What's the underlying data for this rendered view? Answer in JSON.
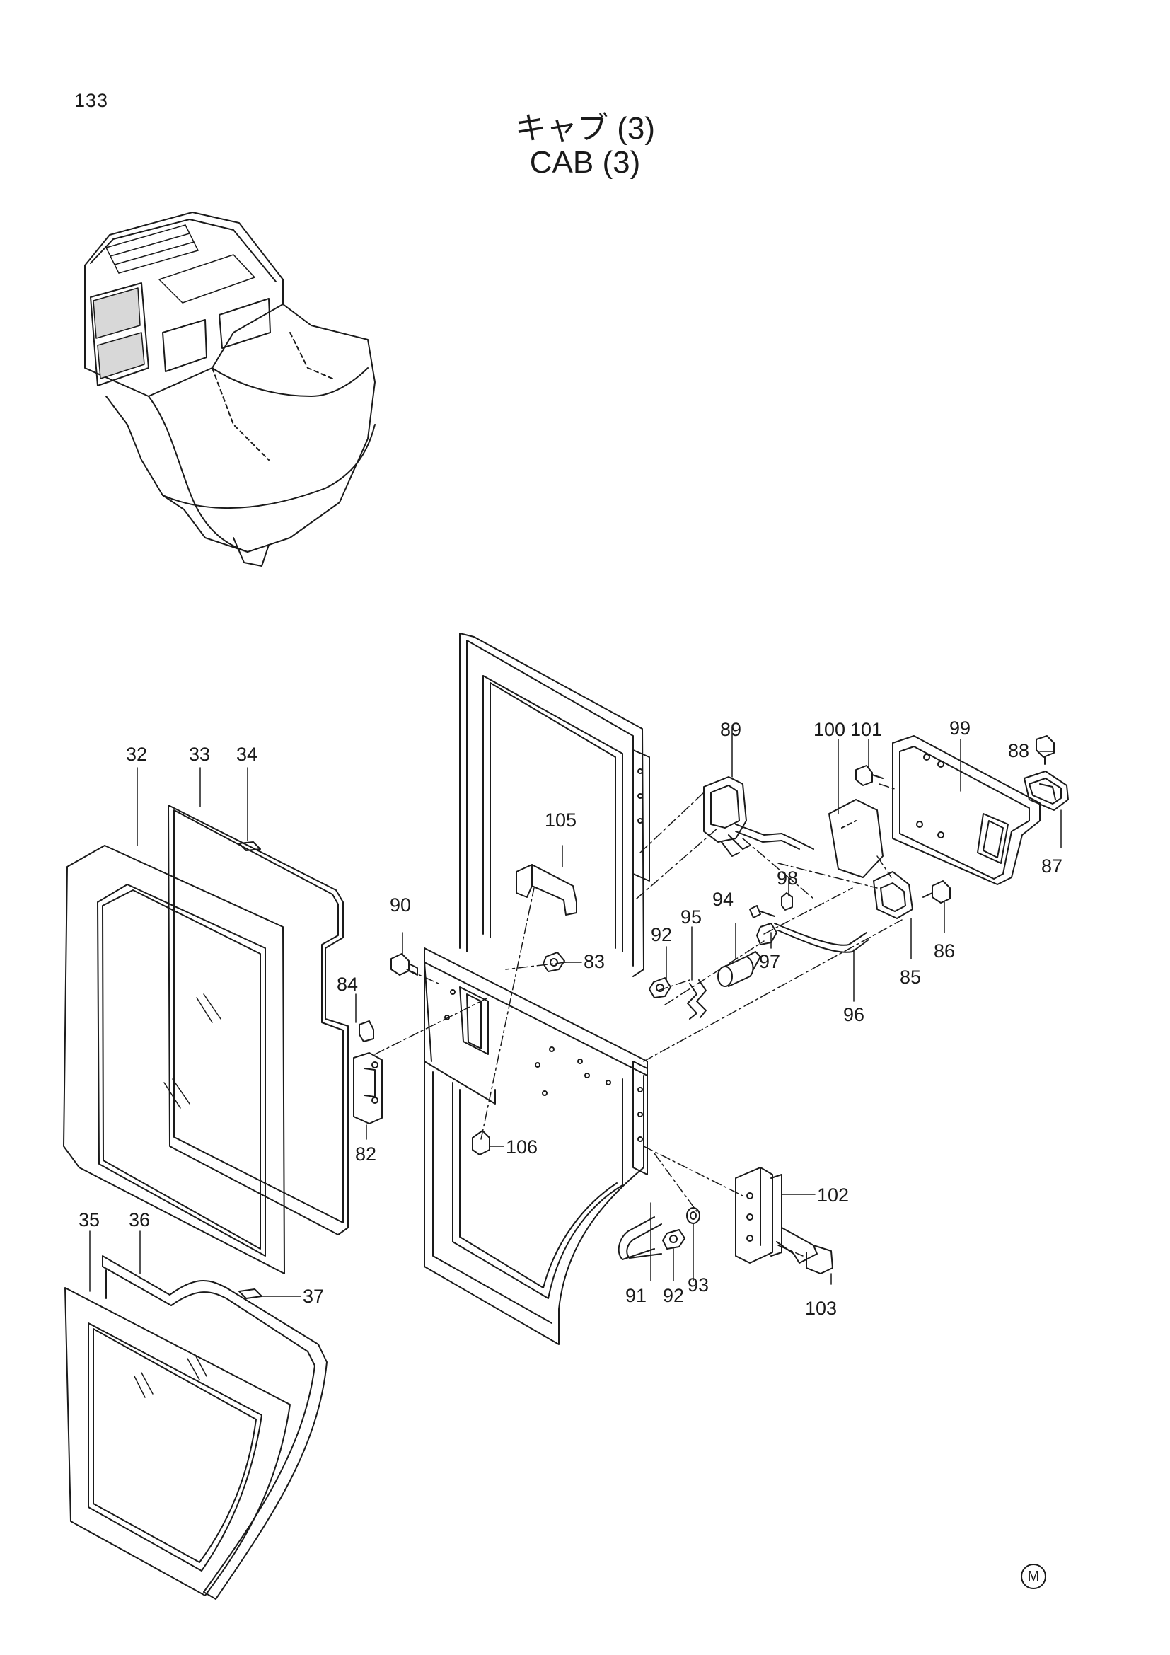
{
  "page_number": "133",
  "title_jp": "キャブ (3)",
  "title_en": "CAB (3)",
  "mark": "M",
  "callouts": {
    "c32": "32",
    "c33": "33",
    "c34": "34",
    "c35": "35",
    "c36": "36",
    "c37": "37",
    "c82": "82",
    "c83": "83",
    "c84": "84",
    "c85": "85",
    "c86": "86",
    "c87": "87",
    "c88": "88",
    "c89": "89",
    "c90": "90",
    "c91": "91",
    "c92a": "92",
    "c92b": "92",
    "c93": "93",
    "c94": "94",
    "c95": "95",
    "c96": "96",
    "c97": "97",
    "c98": "98",
    "c99": "99",
    "c100": "100",
    "c101": "101",
    "c102": "102",
    "c103": "103",
    "c105": "105",
    "c106": "106"
  }
}
